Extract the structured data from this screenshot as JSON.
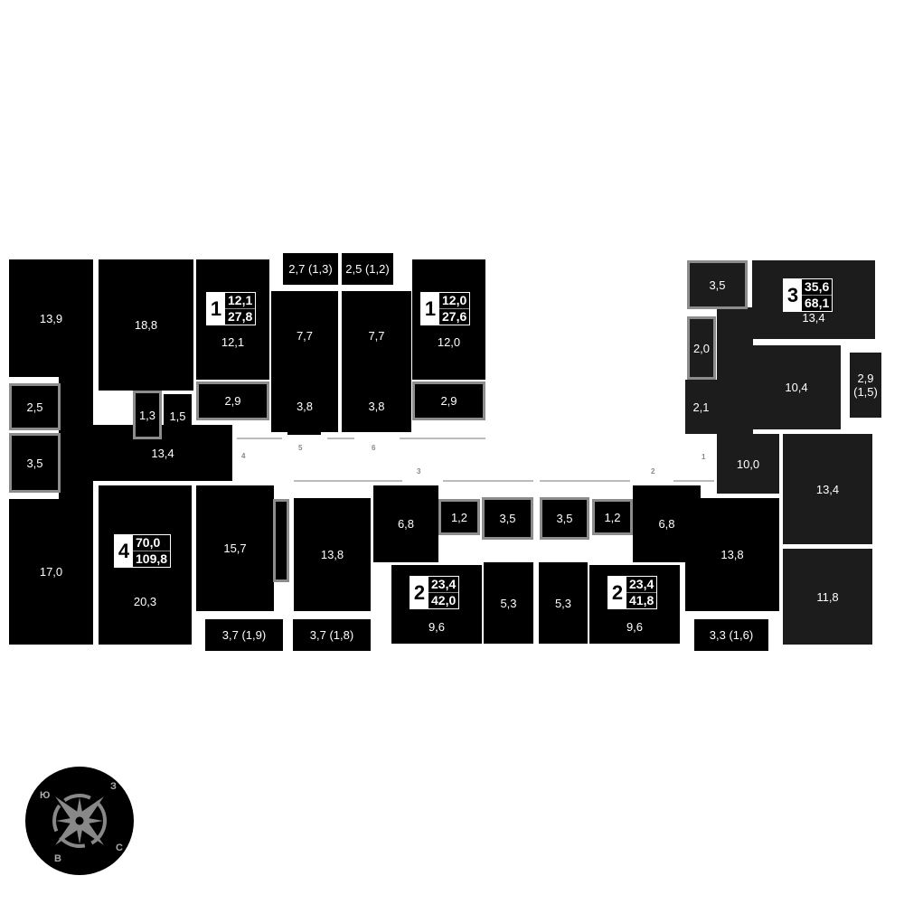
{
  "apartments": {
    "a4": {
      "rooms": "4",
      "living": "70,0",
      "total": "109,8",
      "areas": [
        "13,9",
        "18,8",
        "2,5",
        "3,5",
        "13,4",
        "1,3",
        "1,5",
        "17,0",
        "20,3",
        "15,7",
        "3,7 (1,9)"
      ]
    },
    "a1a": {
      "rooms": "1",
      "living": "12,1",
      "total": "27,8",
      "areas": [
        "12,1",
        "2,9",
        "7,7",
        "3,8",
        "2,7 (1,3)"
      ]
    },
    "a1b": {
      "rooms": "1",
      "living": "12,0",
      "total": "27,6",
      "areas": [
        "12,0",
        "2,9",
        "7,7",
        "3,8",
        "2,5 (1,2)"
      ]
    },
    "a2a": {
      "rooms": "2",
      "living": "23,4",
      "total": "42,0",
      "areas": [
        "13,8",
        "3,7 (1,8)",
        "6,8",
        "1,2",
        "3,5",
        "9,6",
        "5,3"
      ]
    },
    "a2b": {
      "rooms": "2",
      "living": "23,4",
      "total": "41,8",
      "areas": [
        "5,3",
        "9,6",
        "3,5",
        "1,2",
        "6,8",
        "13,8",
        "3,3 (1,6)"
      ]
    },
    "a3": {
      "rooms": "3",
      "living": "35,6",
      "total": "68,1",
      "areas": [
        "3,5",
        "2,0",
        "2,1",
        "13,4",
        "10,4",
        "2,9\n(1,5)",
        "10,0",
        "13,4",
        "11,8"
      ]
    }
  },
  "corridors": [
    "4",
    "5",
    "6",
    "3",
    "2",
    "1"
  ],
  "compass": {
    "s": "Ю",
    "w": "З",
    "e": "В",
    "n": "С"
  }
}
